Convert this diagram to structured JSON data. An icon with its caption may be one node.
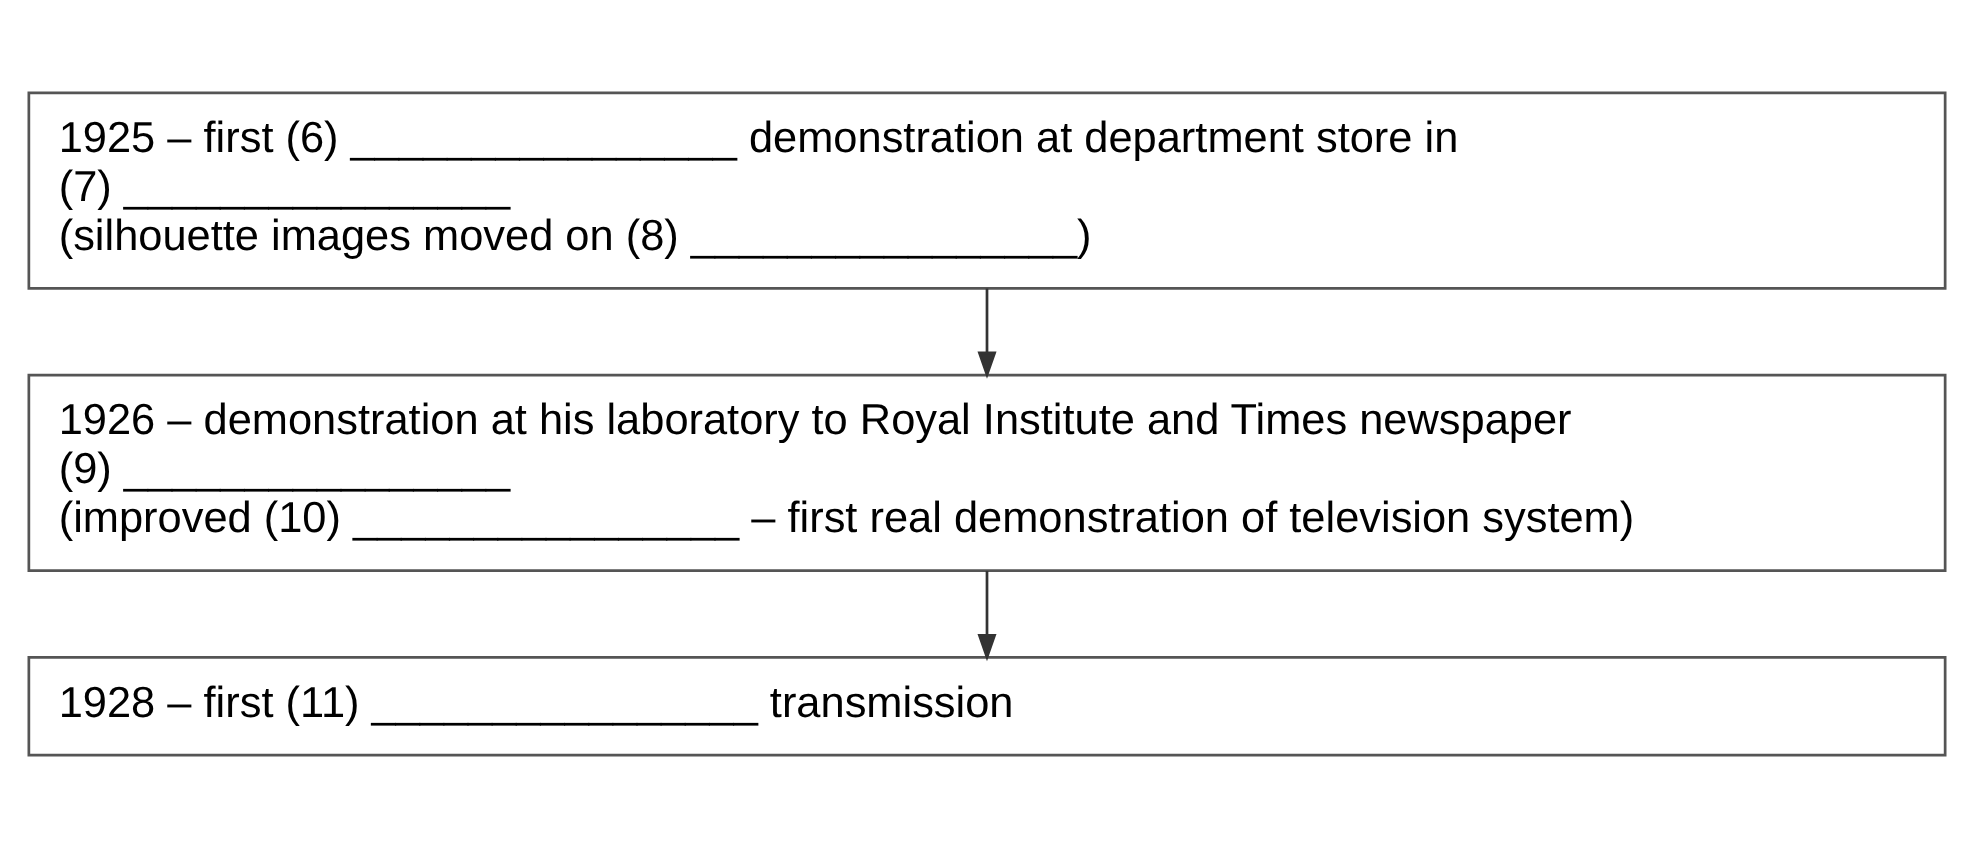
{
  "diagram": {
    "nodes": [
      {
        "text": [
          "1925 – first (6) ________________ demonstration at department store in",
          "(7) ________________",
          "(silhouette images moved on (8) ________________)"
        ]
      },
      {
        "text": [
          "1926 – demonstration at his laboratory to Royal Institute and Times newspaper",
          "(9) ________________",
          "(improved (10) ________________ – first real demonstration of television system)"
        ]
      },
      {
        "text": [
          "1928 – first (11) ________________ transmission"
        ]
      }
    ],
    "edges": [
      {
        "from": 0,
        "to": 1,
        "arrow": "to"
      },
      {
        "from": 1,
        "to": 2,
        "arrow": "to"
      }
    ]
  }
}
